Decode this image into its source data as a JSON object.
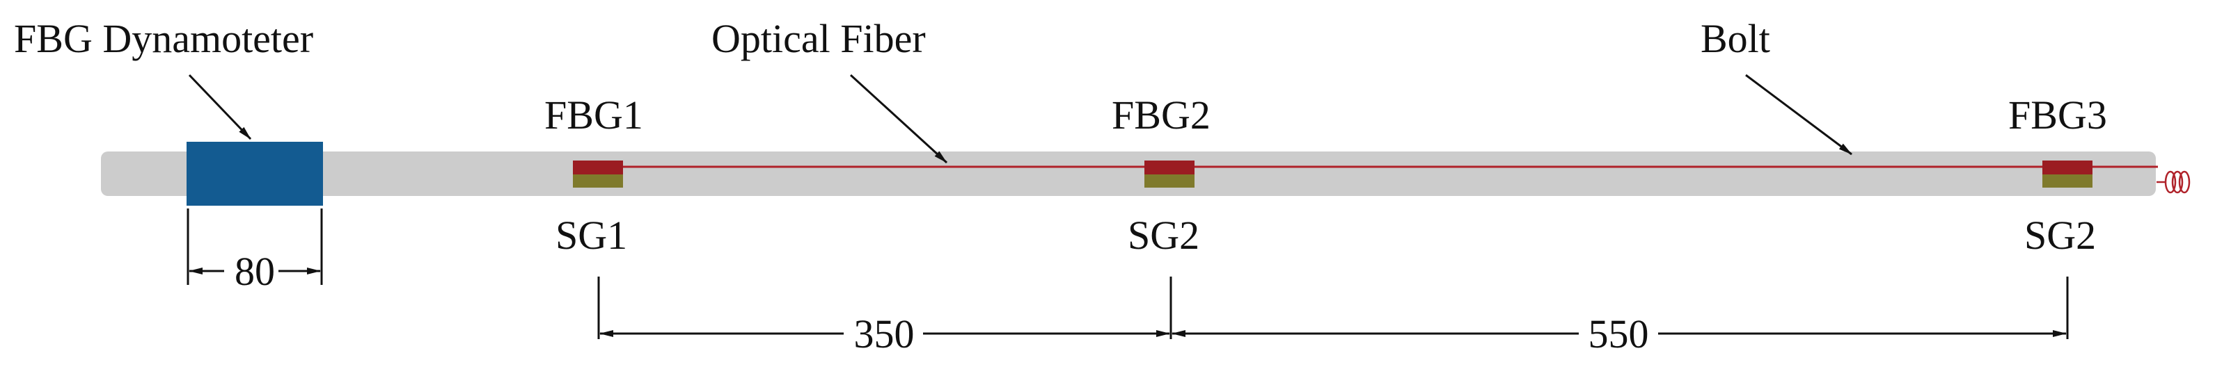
{
  "labels": {
    "dynamometer": "FBG Dynamoteter",
    "optical_fiber": "Optical Fiber",
    "bolt": "Bolt"
  },
  "sensors": [
    {
      "fbg": "FBG1",
      "sg": "SG1"
    },
    {
      "fbg": "FBG2",
      "sg": "SG2"
    },
    {
      "fbg": "FBG3",
      "sg": "SG2"
    }
  ],
  "dimensions": {
    "dynamometer_width": "80",
    "fbg1_to_fbg2": "350",
    "fbg2_to_fbg3": "550"
  },
  "colors": {
    "bolt": "#cccccc",
    "dynamometer": "#135b91",
    "fiber": "#b0222a",
    "fbg": "#9b1c22",
    "sg": "#7f7a2c",
    "line": "#111111"
  }
}
